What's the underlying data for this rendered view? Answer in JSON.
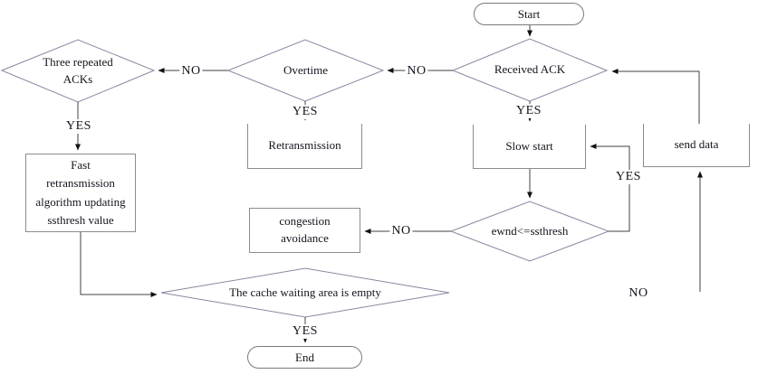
{
  "diagram": {
    "type": "flowchart",
    "topic": "TCP congestion control flow",
    "colors": {
      "background": "#ffffff",
      "line": "#404040",
      "diamond_border": "#8888a1",
      "box_border": "#8c8c8c",
      "text": "#14141e"
    },
    "nodes": {
      "start": {
        "label": "Start",
        "shape": "terminator"
      },
      "received_ack": {
        "label": "Received ACK",
        "shape": "decision"
      },
      "overtime": {
        "label": "Overtime",
        "shape": "decision"
      },
      "three_repeated_acks": {
        "label": "Three repeated\nACKs",
        "shape": "decision"
      },
      "retransmission": {
        "label": "Retransmission",
        "shape": "process"
      },
      "slow_start": {
        "label": "Slow start",
        "shape": "process"
      },
      "send_data": {
        "label": "send data",
        "shape": "process"
      },
      "fast_retransmission": {
        "label": "Fast\nretransmission\nalgorithm updating\nssthresh value",
        "shape": "process"
      },
      "congestion_avoidance": {
        "label": "congestion\navoidance",
        "shape": "process"
      },
      "cwnd_check": {
        "label": "ewnd<=ssthresh",
        "shape": "decision"
      },
      "cache_check": {
        "label": "The cache waiting area is empty",
        "shape": "decision"
      },
      "end": {
        "label": "End",
        "shape": "terminator"
      }
    },
    "edge_labels": {
      "yes": "YES",
      "no": "NO"
    }
  }
}
